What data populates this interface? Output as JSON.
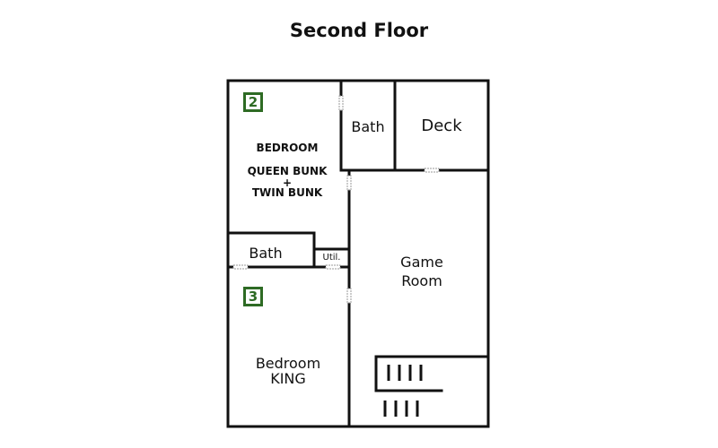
{
  "title": "Second Floor",
  "rooms": {
    "bedroom2": {
      "badge": "2",
      "name": "BEDROOM",
      "line2": "QUEEN BUNK",
      "line3": "+",
      "line4": "TWIN BUNK"
    },
    "bath_upper": {
      "name": "Bath"
    },
    "deck": {
      "name": "Deck"
    },
    "bath_lower": {
      "name": "Bath"
    },
    "utility": {
      "name": "Util."
    },
    "game_room": {
      "line1": "Game",
      "line2": "Room"
    },
    "bedroom3": {
      "badge": "3",
      "line1": "Bedroom",
      "line2": "KING"
    }
  },
  "colors": {
    "walls": "#111111",
    "badge": "#2e6b24",
    "door_marks": "#9a9a9a"
  }
}
